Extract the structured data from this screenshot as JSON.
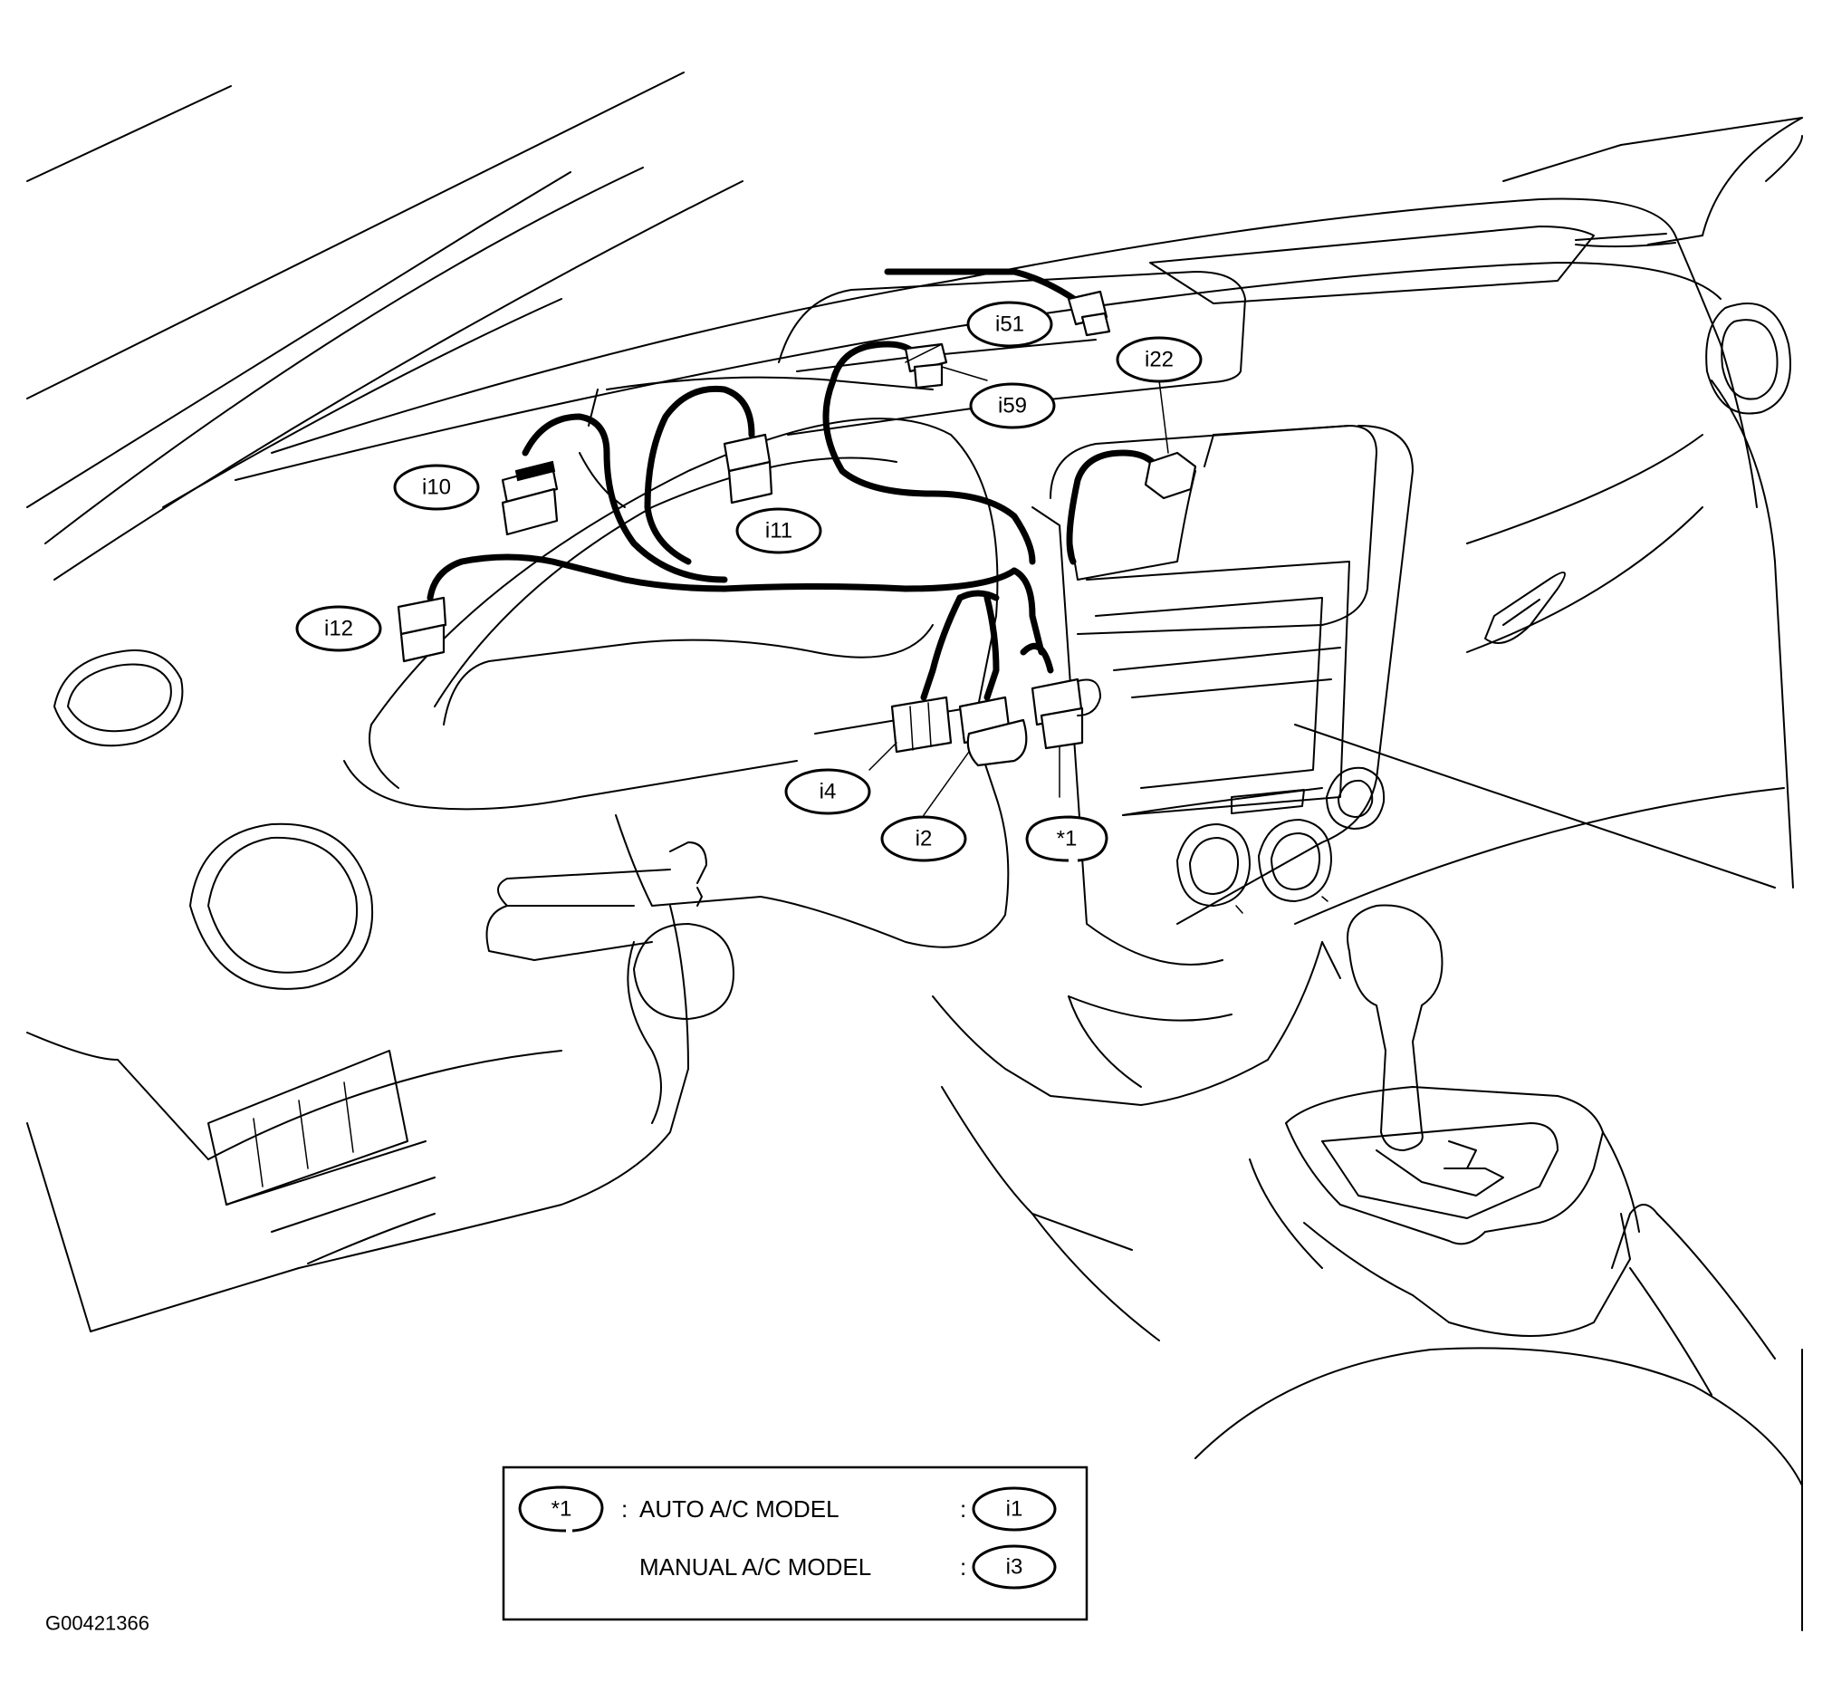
{
  "callouts": {
    "i51": "i51",
    "i22": "i22",
    "i59": "i59",
    "i10": "i10",
    "i11": "i11",
    "i12": "i12",
    "i4": "i4",
    "i2": "i2",
    "star1": "*1"
  },
  "legend": {
    "row1": {
      "symbol": "*1",
      "colon": ":",
      "model": "AUTO A/C MODEL",
      "colon2": ":",
      "connector": "i1"
    },
    "row2": {
      "model": "MANUAL A/C MODEL",
      "colon2": ":",
      "connector": "i3"
    }
  },
  "figure_code": "G00421366"
}
